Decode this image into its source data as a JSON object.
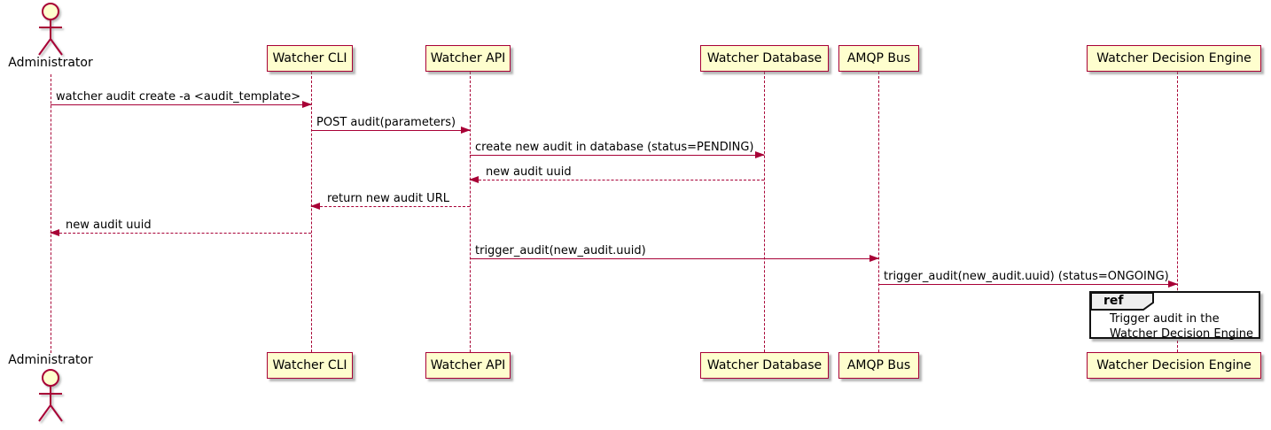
{
  "colors": {
    "accent": "#A80036",
    "participant_fill": "#FEFECE",
    "ref_header_fill": "#EEEEEE",
    "text": "#000000"
  },
  "actor": {
    "label": "Administrator"
  },
  "participants": [
    {
      "label": "Watcher CLI"
    },
    {
      "label": "Watcher API"
    },
    {
      "label": "Watcher Database"
    },
    {
      "label": "AMQP Bus"
    },
    {
      "label": "Watcher Decision Engine"
    }
  ],
  "messages": [
    {
      "from": "Administrator",
      "to": "Watcher CLI",
      "text": "watcher audit create -a <audit_template>",
      "line": "solid"
    },
    {
      "from": "Watcher CLI",
      "to": "Watcher API",
      "text": "POST audit(parameters)",
      "line": "solid"
    },
    {
      "from": "Watcher API",
      "to": "Watcher Database",
      "text": "create new audit in database (status=PENDING)",
      "line": "solid"
    },
    {
      "from": "Watcher Database",
      "to": "Watcher API",
      "text": "new audit uuid",
      "line": "dotted"
    },
    {
      "from": "Watcher API",
      "to": "Watcher CLI",
      "text": "return new audit URL",
      "line": "dotted"
    },
    {
      "from": "Watcher CLI",
      "to": "Administrator",
      "text": "new audit uuid",
      "line": "dotted"
    },
    {
      "from": "Watcher API",
      "to": "AMQP Bus",
      "text": "trigger_audit(new_audit.uuid)",
      "line": "solid"
    },
    {
      "from": "AMQP Bus",
      "to": "Watcher Decision Engine",
      "text": "trigger_audit(new_audit.uuid) (status=ONGOING)",
      "line": "solid"
    }
  ],
  "ref": {
    "keyword": "ref",
    "line1": "Trigger audit in the",
    "line2": "Watcher Decision Engine"
  }
}
